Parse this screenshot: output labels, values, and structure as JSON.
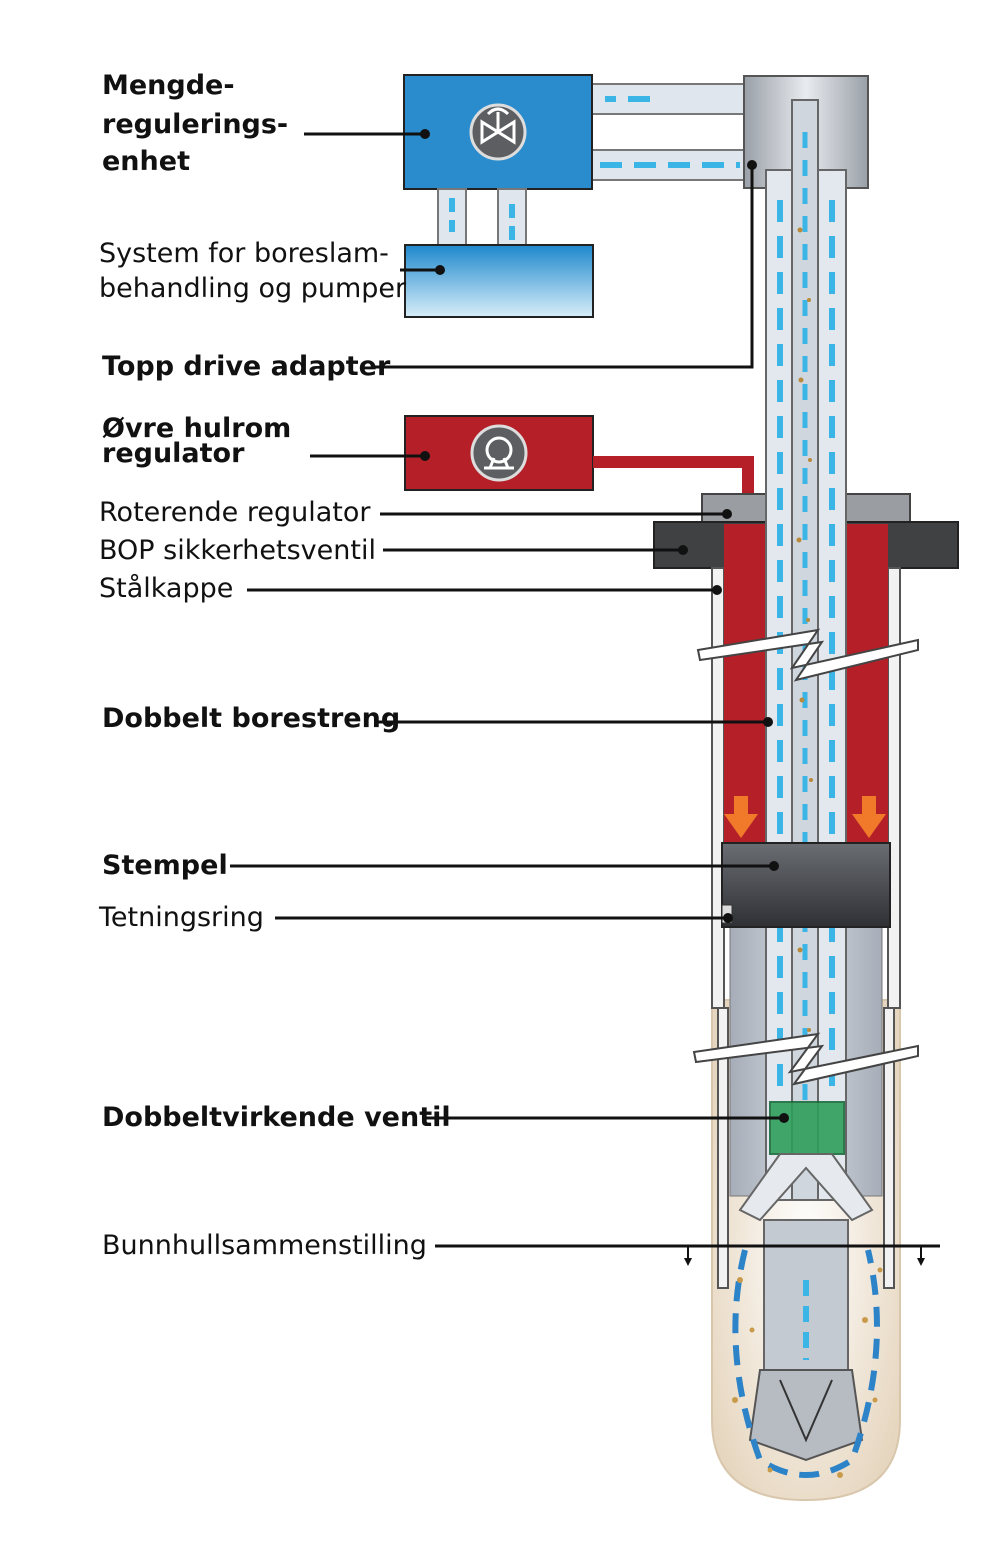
{
  "labels": {
    "flow_control_unit": [
      "Mengde-",
      "regulerings-",
      "enhet"
    ],
    "mud_system": [
      "System for boreslam-",
      "behandling og pumper"
    ],
    "top_drive_adapter": "Topp drive adapter",
    "upper_annulus_regulator": [
      "Øvre hulrom",
      "regulator"
    ],
    "rotating_regulator": "Roterende regulator",
    "bop_valve": "BOP sikkerhetsventil",
    "steel_casing": "Stålkappe",
    "dual_drill_string": "Dobbelt borestreng",
    "piston": "Stempel",
    "seal_ring": "Tetningsring",
    "dual_acting_valve": "Dobbeltvirkende ventil",
    "bottom_hole_assembly": "Bunnhullsammenstilling"
  },
  "colors": {
    "flow_unit": "#2a8ccc",
    "mud_system": "#5ab8e8",
    "regulator": "#b52028",
    "steel": "#4a4a4a",
    "pipe": "#dde4ec",
    "flow_arrow": "#3bb4e6",
    "piston_arrow": "#f07a2a",
    "valve": "#2e9e5a",
    "rock": "#eee2d0"
  },
  "icons": {
    "flow_unit_icon": "valve-icon",
    "regulator_icon": "pump-icon"
  }
}
